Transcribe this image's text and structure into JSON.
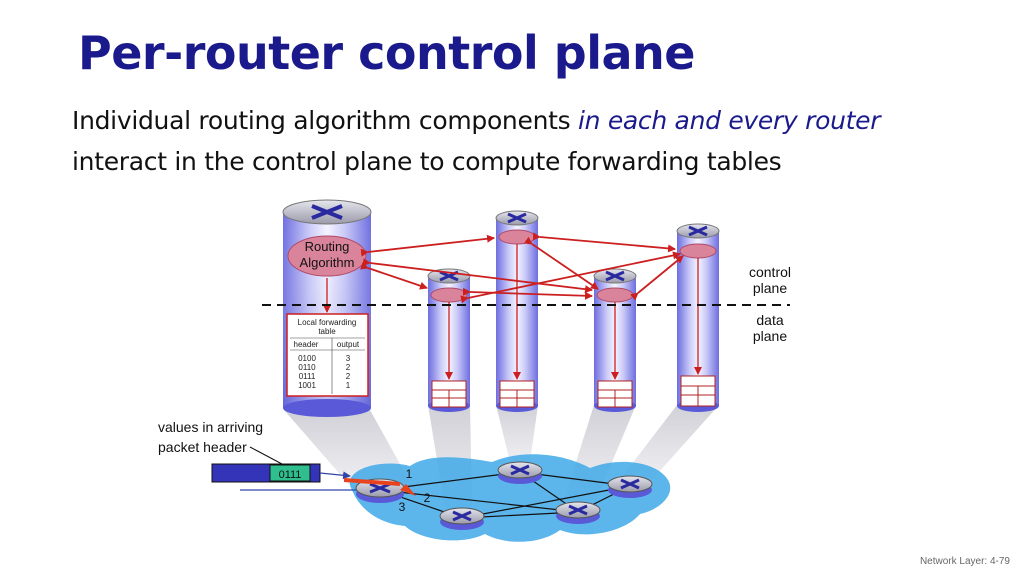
{
  "title": "Per-router control plane",
  "subtitle": {
    "text1": "Individual routing algorithm components ",
    "text_em": "in each and every router",
    "text2": "interact in the control plane to compute forwarding tables"
  },
  "diagram": {
    "routing_algorithm_line1": "Routing",
    "routing_algorithm_line2": "Algorithm",
    "table_title_line1": "Local forwarding",
    "table_title_line2": "table",
    "table_headers": [
      "header",
      "output"
    ],
    "table_rows": [
      [
        "0100",
        "3"
      ],
      [
        "0110",
        "2"
      ],
      [
        "0111",
        "2"
      ],
      [
        "1001",
        "1"
      ]
    ],
    "control_plane_line1": "control",
    "control_plane_line2": "plane",
    "data_plane_line1": "data",
    "data_plane_line2": "plane",
    "packet_label_line1": "values in arriving",
    "packet_label_line2": "packet header",
    "packet_value": "0111",
    "port_labels": [
      "1",
      "2",
      "3"
    ]
  },
  "footer": "Network Layer: 4-79",
  "colors": {
    "title": "#1a1a8c",
    "arrow": "#cc1f1f",
    "cylinder": "#8888ee",
    "cloud": "#3fa9e8",
    "packet_header": "#2fbf8f"
  }
}
